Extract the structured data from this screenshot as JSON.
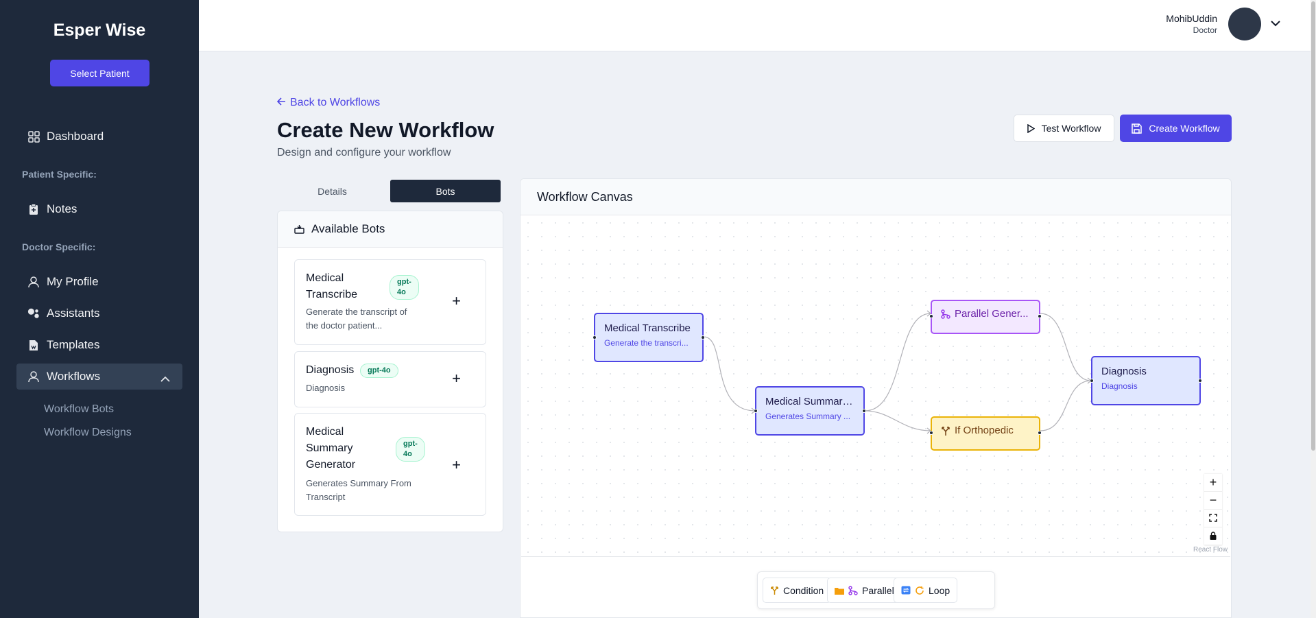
{
  "app": {
    "brand": "Esper Wise",
    "select_patient": "Select Patient"
  },
  "sidebar": {
    "dashboard": "Dashboard",
    "patient_section": "Patient Specific:",
    "notes": "Notes",
    "doctor_section": "Doctor Specific:",
    "my_profile": "My Profile",
    "assistants": "Assistants",
    "templates": "Templates",
    "workflows": "Workflows",
    "workflow_bots": "Workflow Bots",
    "workflow_designs": "Workflow Designs"
  },
  "header": {
    "user_name": "MohibUddin",
    "user_role": "Doctor"
  },
  "page": {
    "back": "Back to Workflows",
    "title": "Create New Workflow",
    "subtitle": "Design and configure your workflow",
    "test_button": "Test Workflow",
    "create_button": "Create Workflow"
  },
  "tabs": {
    "details": "Details",
    "bots": "Bots"
  },
  "bots_panel": {
    "title": "Available Bots",
    "bots": [
      {
        "name_line1": "Medical",
        "name_line2": "Transcribe",
        "model_line1": "gpt-",
        "model_line2": "4o",
        "desc_line1": "Generate the transcript of",
        "desc_line2": "the doctor patient..."
      },
      {
        "name": "Diagnosis",
        "model": "gpt-4o",
        "desc": "Diagnosis"
      },
      {
        "name_line1": "Medical",
        "name_line2": "Summary",
        "name_line3": "Generator",
        "model_line1": "gpt-",
        "model_line2": "4o",
        "desc_line1": "Generates Summary From",
        "desc_line2": "Transcript"
      }
    ]
  },
  "canvas": {
    "title": "Workflow Canvas",
    "nodes": {
      "transcribe": {
        "title": "Medical Transcribe",
        "sub": "Generate the transcri..."
      },
      "summary": {
        "title": "Medical Summary...",
        "sub": "Generates Summary ..."
      },
      "parallel": {
        "title": "Parallel Gener..."
      },
      "condition": {
        "title": "If Orthopedic"
      },
      "diagnosis": {
        "title": "Diagnosis",
        "sub": "Diagnosis"
      }
    },
    "controls": {
      "zoom_in": "+",
      "zoom_out": "−"
    },
    "attribution": "React Flow"
  },
  "toolbar": {
    "condition": "Condition",
    "parallel": "Parallel",
    "loop": "Loop"
  },
  "colors": {
    "accent": "#4f46e5",
    "sidebar": "#1e293b",
    "parallel": "#a855f7",
    "condition": "#eab308"
  }
}
